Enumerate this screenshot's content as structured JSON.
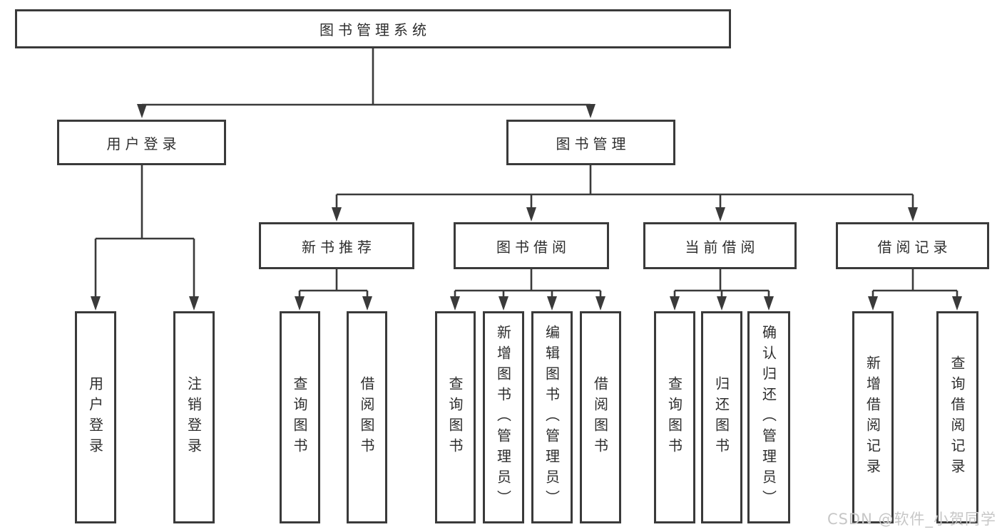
{
  "diagram": {
    "type": "tree-structure-chart",
    "colors": {
      "line": "#3a3a3a",
      "box_border": "#3a3a3a",
      "box_background": "#ffffff",
      "text": "#2e2e2e",
      "watermark": "#c7c7c7",
      "page_background": "#ffffff"
    },
    "nodes": {
      "root": {
        "label": "图书管理系统"
      },
      "user_login": {
        "label": "用户登录",
        "children": [
          "用户登录",
          "注销登录"
        ]
      },
      "book_mgmt": {
        "label": "图书管理"
      },
      "new_books": {
        "label": "新书推荐",
        "children": [
          "查询图书",
          "借阅图书"
        ]
      },
      "book_borrow": {
        "label": "图书借阅",
        "children": [
          "查询图书",
          "新增图书（管理员）",
          "编辑图书（管理员）",
          "借阅图书"
        ]
      },
      "current_borrow": {
        "label": "当前借阅",
        "children": [
          "查询图书",
          "归还图书",
          "确认归还（管理员）"
        ]
      },
      "borrow_records": {
        "label": "借阅记录",
        "children": [
          "新增借阅记录",
          "查询借阅记录"
        ]
      }
    },
    "watermark": "CSDN @软件_小贺同学"
  }
}
